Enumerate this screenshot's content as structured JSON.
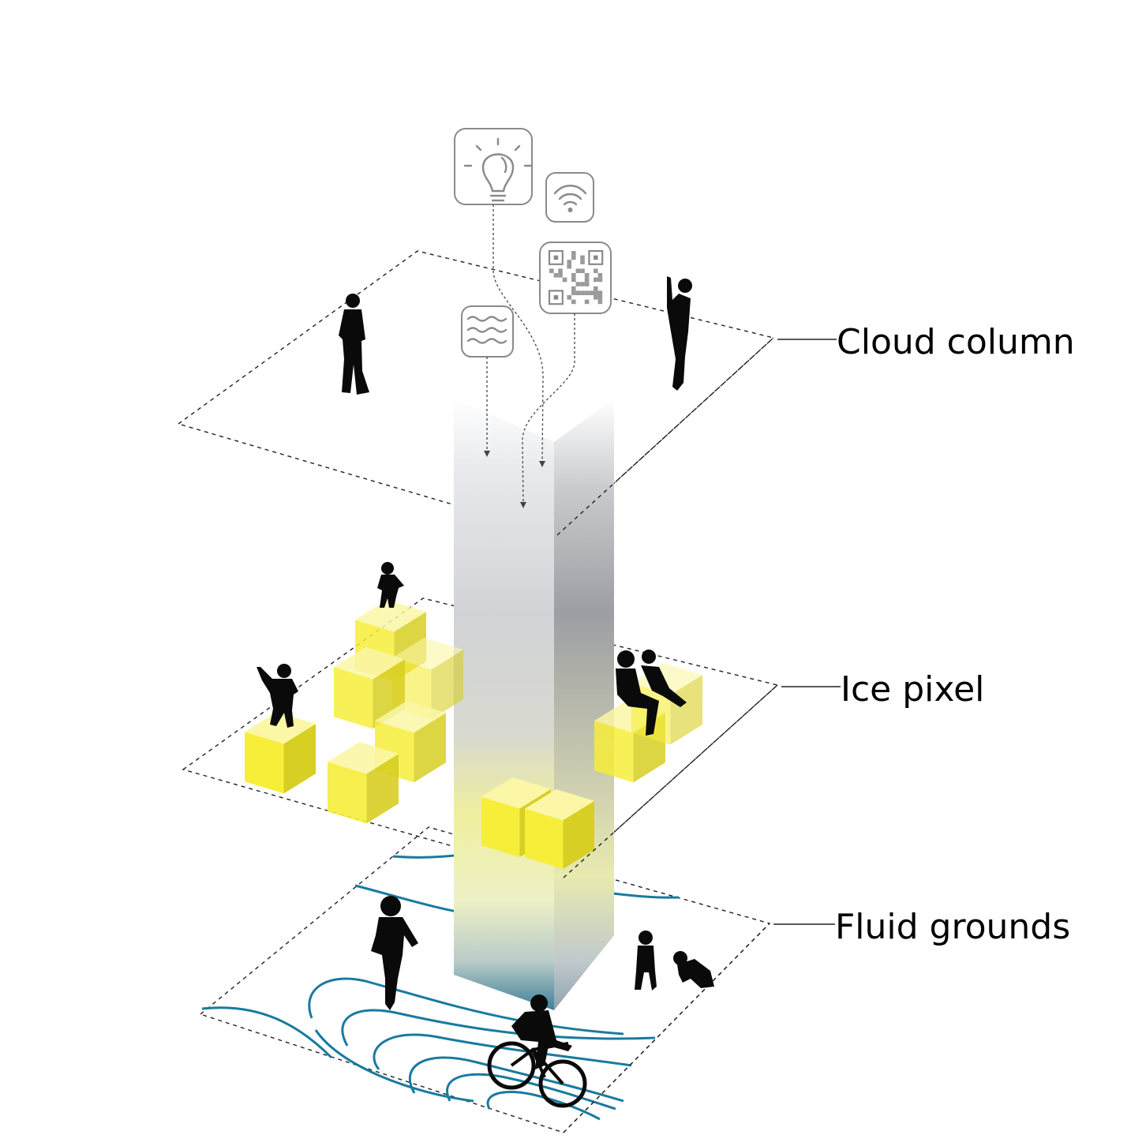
{
  "labels": {
    "cloud_column": "Cloud column",
    "ice_pixel": "Ice pixel",
    "fluid_grounds": "Fluid grounds"
  },
  "icons": [
    "lightbulb-icon",
    "wifi-icon",
    "qr-code-icon",
    "water-waves-icon"
  ],
  "colors": {
    "cube_yellow": "#f7ee3a",
    "water_lines": "#1a7a9e",
    "column_gray": "#b9bcc4"
  }
}
